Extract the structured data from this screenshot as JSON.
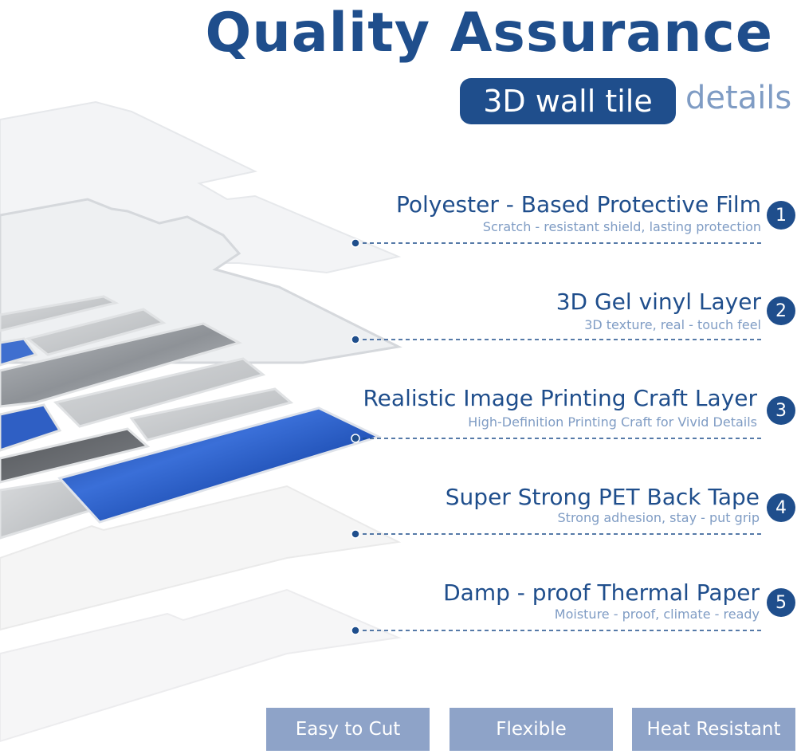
{
  "header": {
    "title": "Quality Assurance",
    "badge": "3D wall tile",
    "subtitle_rest": "details"
  },
  "layers": [
    {
      "number": "1",
      "title": "Polyester - Based Protective Film",
      "description": "Scratch - resistant shield, lasting protection"
    },
    {
      "number": "2",
      "title": "3D Gel vinyl Layer",
      "description": "3D texture, real - touch feel"
    },
    {
      "number": "3",
      "title": "Realistic Image Printing Craft Layer",
      "description": "High-Definition Printing Craft for Vivid Details"
    },
    {
      "number": "4",
      "title": "Super Strong PET Back Tape",
      "description": "Strong adhesion, stay - put grip"
    },
    {
      "number": "5",
      "title": "Damp - proof Thermal Paper",
      "description": "Moisture - proof, climate - ready"
    }
  ],
  "features": [
    "Easy to Cut",
    "Flexible",
    "Heat Resistant"
  ],
  "colors": {
    "brand": "#1f4e8c",
    "muted_text": "#7f9cc4",
    "button": "#8ea3c8",
    "tile_blue": "#1f4fb0"
  }
}
